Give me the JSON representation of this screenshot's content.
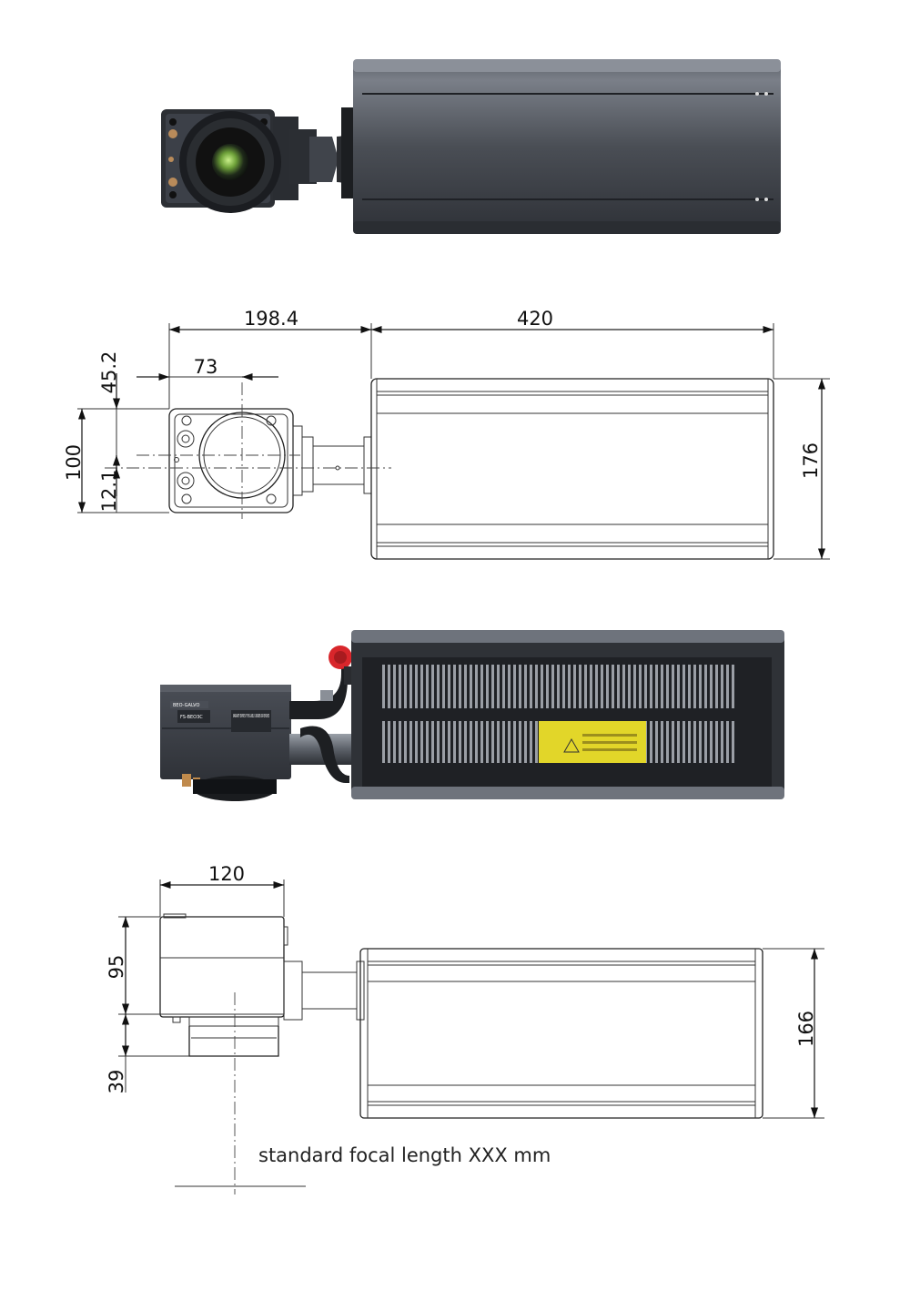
{
  "views": {
    "top_dimensions": {
      "total_width_head": "198.4",
      "body_length": "420",
      "head_offset": "73",
      "top_offset": "45.2",
      "head_height": "100",
      "lower_offset": "12.1",
      "body_height": "176"
    },
    "side_dimensions": {
      "head_width": "120",
      "head_height": "95",
      "lens_height": "39",
      "body_height": "166",
      "focal_note": "standard focal length XXX mm"
    },
    "side_photo_labels": {
      "brand": "BEO-GALVO",
      "warranty": "WARRANTY EXPIRES IF THIS LABEL IS BROKEN OR REMOVED",
      "model": "FS-BEO3C"
    }
  },
  "colors": {
    "body_dark": "#3b3f46",
    "body_light": "#6a6f78",
    "lens_green": "#7fae3a",
    "warning_yellow": "#e2d629",
    "estop_red": "#d8262b"
  }
}
